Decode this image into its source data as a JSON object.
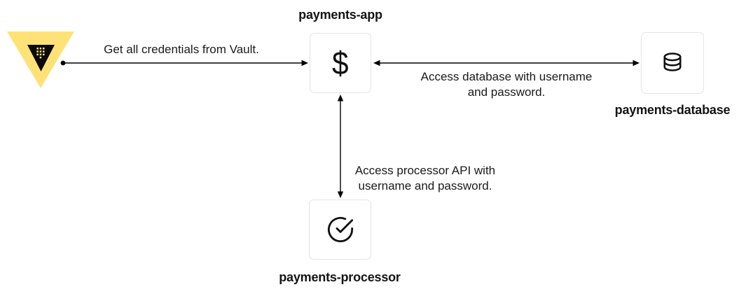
{
  "colors": {
    "vault_yellow": "#FFE277",
    "logo_black": "#0A0A0A",
    "node_border": "#E4E4E4",
    "node_background": "#FFFFFF",
    "line_color": "#000000",
    "text_color": "#1A1A1A"
  },
  "nodes": {
    "vault": {
      "icon": "vault-logo"
    },
    "app": {
      "label": "payments-app",
      "icon": "dollar-icon",
      "icon_glyph": "$"
    },
    "database": {
      "label": "payments-database",
      "icon": "database-icon"
    },
    "processor": {
      "label": "payments-processor",
      "icon": "check-circle-icon"
    }
  },
  "edges": {
    "vault_app": {
      "label": "Get all credentials from Vault.",
      "from": "vault",
      "to": "payments-app",
      "start_marker": "dot",
      "end_marker": "arrow"
    },
    "app_database": {
      "label_lines": [
        "Access database with username",
        "and password."
      ],
      "from": "payments-app",
      "to": "payments-database",
      "start_marker": "arrow",
      "end_marker": "arrow"
    },
    "app_processor": {
      "label_lines": [
        "Access processor API with",
        "username and password."
      ],
      "from": "payments-app",
      "to": "payments-processor",
      "start_marker": "arrow",
      "end_marker": "arrow"
    }
  }
}
